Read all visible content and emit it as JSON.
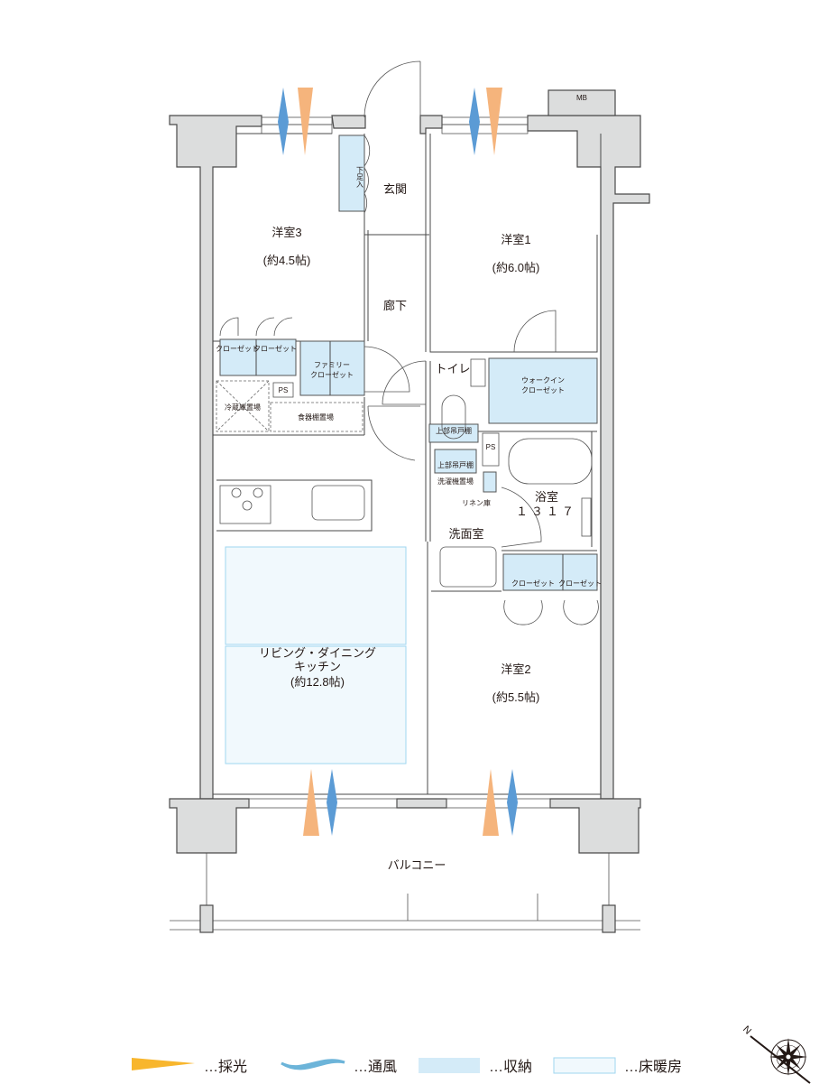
{
  "rooms": {
    "western3": {
      "name": "洋室3",
      "size": "(約4.5帖)"
    },
    "western1": {
      "name": "洋室1",
      "size": "(約6.0帖)"
    },
    "western2": {
      "name": "洋室2",
      "size": "(約5.5帖)"
    },
    "entrance": "玄関",
    "shoe_box": "下足入",
    "corridor": "廊下",
    "toilet": "トイレ",
    "walkin_closet": [
      "ウォークイン",
      "クローゼット"
    ],
    "family_closet": [
      "ファミリー",
      "クローゼット"
    ],
    "closet": "クローゼット",
    "ps": "PS",
    "fridge": "冷蔵庫置場",
    "cupboard": "食器棚置場",
    "upper_cabinet": "上部吊戸棚",
    "washer": "洗濯機置場",
    "linen": "リネン庫",
    "bath": {
      "name": "浴室",
      "size": "１３１７"
    },
    "washroom": "洗面室",
    "ldk": {
      "name1": "リビング・ダイニング",
      "name2": "キッチン",
      "size": "(約12.8帖)"
    },
    "balcony": "バルコニー",
    "mb": "MB"
  },
  "legend": {
    "light": "…採光",
    "wind": "…通風",
    "storage": "…収納",
    "floor_heating": "…床暖房"
  },
  "compass": {
    "north": "N"
  },
  "colors": {
    "light": "#f8b62d",
    "light_arrow": "#f5b47c",
    "wind": "#6cb4d9",
    "wind_arrow": "#5b9bd5",
    "storage": "#d4ebf8",
    "floor_heating": "#f1f9fd",
    "wall": "#dcdddd"
  }
}
